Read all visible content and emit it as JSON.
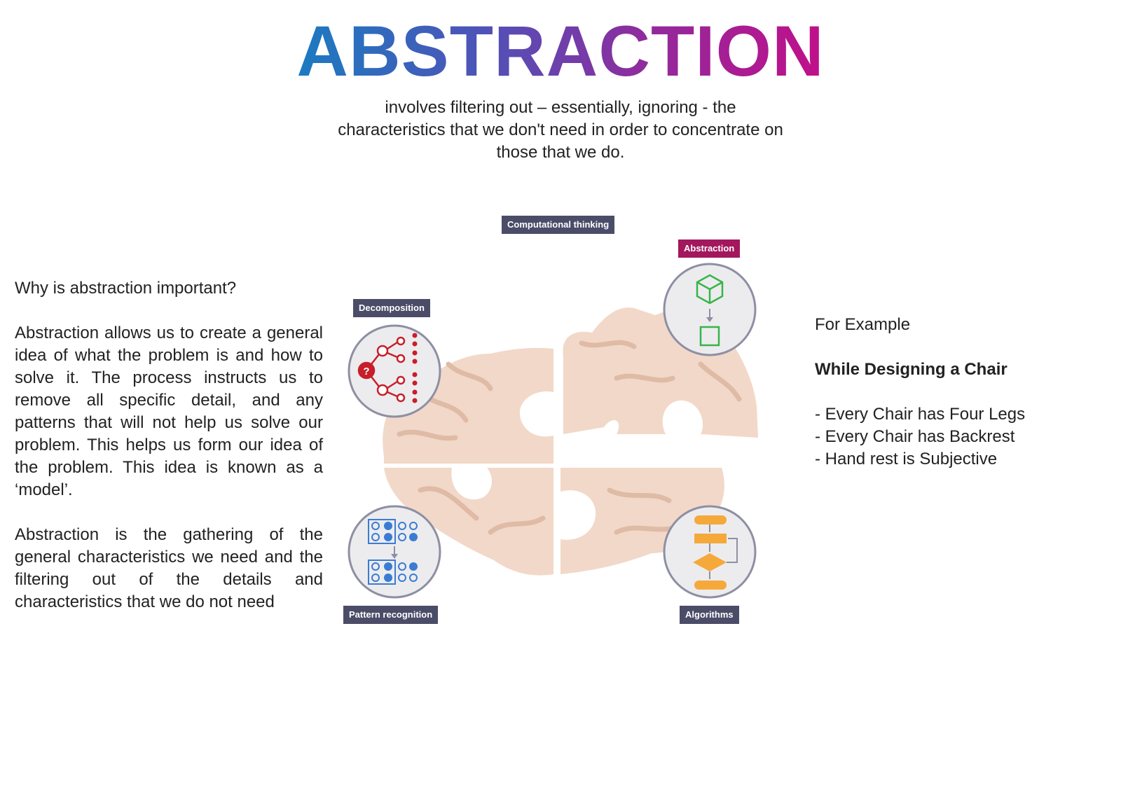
{
  "title": "ABSTRACTION",
  "subtitle": "involves filtering out – essentially, ignoring - the characteristics that we don't need in order to concentrate on those that we do.",
  "left": {
    "question": "Why is abstraction important?",
    "paragraph1": "Abstraction allows us to create a general idea of what the problem is and how to solve it. The process instructs us to remove all specific detail, and any patterns that will not help us solve our problem. This helps us form our idea of the problem. This idea is known as a ‘model’.",
    "paragraph2": "Abstraction is the gathering of the general characteristics we need and the filtering out of the details and characteristics that we do not need"
  },
  "diagram": {
    "center_label": "Computational thinking",
    "labels": {
      "abstraction": "Abstraction",
      "decomposition": "Decomposition",
      "pattern_recognition": "Pattern recognition",
      "algorithms": "Algorithms"
    },
    "icons": {
      "brain": "brain-puzzle-icon",
      "abstraction": "cube-to-square-icon",
      "decomposition": "tree-branching-icon",
      "pattern_recognition": "dot-grid-icon",
      "algorithms": "flowchart-icon"
    },
    "colors": {
      "brain": "#f2d8c9",
      "brain_fold": "#dfbba6",
      "label_dark": "#4a4c68",
      "label_magenta": "#a3175d",
      "circle_border": "#8e8fa3",
      "abstraction_icon": "#38b449",
      "decomposition_icon": "#c81e2a",
      "pattern_icon": "#3b7bd4",
      "algorithm_icon": "#f5a93b"
    }
  },
  "right": {
    "intro": "For Example",
    "heading": "While Designing a Chair",
    "items": [
      "- Every Chair has Four Legs",
      "- Every Chair has Backrest",
      "- Hand rest is Subjective"
    ]
  }
}
